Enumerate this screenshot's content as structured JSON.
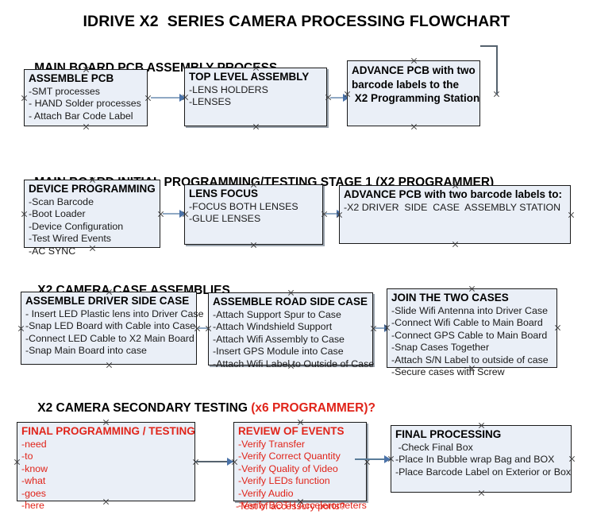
{
  "document": {
    "title": "IDRIVE X2  SERIES CAMERA PROCESSING FLOWCHART"
  },
  "colors": {
    "box_fill": "#eaeff7",
    "box_border": "#1a1a1a",
    "red_text": "#e0241a",
    "connector": "#8fa9c4",
    "arrow": "#4a72a8"
  },
  "sections": [
    {
      "heading": "MAIN BOARD PCB ASSEMBLY PROCESS",
      "heading_red": "",
      "boxes": [
        {
          "title": "ASSEMBLE PCB",
          "lines": [
            "-SMT processes",
            "- HAND Solder processes",
            "- Attach Bar Code Label"
          ]
        },
        {
          "title": "TOP LEVEL ASSEMBLY",
          "lines": [
            "-LENS HOLDERS",
            "-LENSES"
          ]
        },
        {
          "title": "ADVANCE PCB with two\nbarcode labels to the\n X2 Programming Station",
          "lines": []
        }
      ]
    },
    {
      "heading": "MAIN BOARD INITIAL PROGRAMMING/TESTING STAGE 1 (X2 PROGRAMMER)",
      "heading_red": "",
      "boxes": [
        {
          "title": "DEVICE PROGRAMMING",
          "lines": [
            "-Scan Barcode",
            "-Boot Loader",
            "-Device Configuration",
            "-Test Wired Events",
            "-AC SYNC"
          ]
        },
        {
          "title": "LENS FOCUS",
          "lines": [
            "-FOCUS BOTH LENSES",
            "-GLUE LENSES"
          ]
        },
        {
          "title": "ADVANCE PCB with two barcode labels to:",
          "lines": [
            "-X2 DRIVER  SIDE  CASE  ASSEMBLY STATION"
          ]
        }
      ]
    },
    {
      "heading": "X2 CAMERA CASE ASSEMBLIES",
      "heading_red": "",
      "boxes": [
        {
          "title": "ASSEMBLE DRIVER SIDE CASE",
          "lines": [
            "- Insert LED Plastic lens into Driver Case",
            "-Snap LED Board with Cable into Case",
            "-Connect LED Cable to X2 Main Board",
            "-Snap Main Board into case"
          ]
        },
        {
          "title": "ASSEMBLE ROAD SIDE CASE",
          "lines": [
            "-Attach Support Spur to Case",
            "-Attach Windshield Support",
            "-Attach Wifi Assembly to Case",
            "-Insert GPS Module into Case",
            "-Attach Wifi Label to Outside of Case"
          ]
        },
        {
          "title": "JOIN THE TWO CASES",
          "lines": [
            "-Slide Wifi Antenna into Driver Case",
            "-Connect Wifi Cable to Main Board",
            "-Connect GPS Cable to Main Board",
            "-Snap Cases Together",
            "-Attach S/N Label to outside of case",
            "-Secure cases with Screw"
          ]
        }
      ]
    },
    {
      "heading": "X2 CAMERA SECONDARY TESTING ",
      "heading_red": "(x6 PROGRAMMER)?",
      "boxes": [
        {
          "title": "FINAL PROGRAMMING / TESTING",
          "lines": [
            "-need",
            "-to",
            "-know",
            "-what",
            "-goes",
            "-here"
          ]
        },
        {
          "title": "REVIEW OF EVENTS",
          "lines": [
            "-Verify Transfer",
            "-Verify Correct Quantity",
            "-Verify Quality of Video",
            "-Verify LEDs function",
            "-Verify Audio",
            "-Verify BOTH Accelerometers"
          ],
          "overflow_line": "-Test of accessory ports?"
        },
        {
          "title": "FINAL PROCESSING",
          "lines": [
            " -Check Final Box",
            "-Place In Bubble wrap Bag and BOX",
            "-Place Barcode Label on Exterior or Box"
          ]
        }
      ]
    }
  ]
}
